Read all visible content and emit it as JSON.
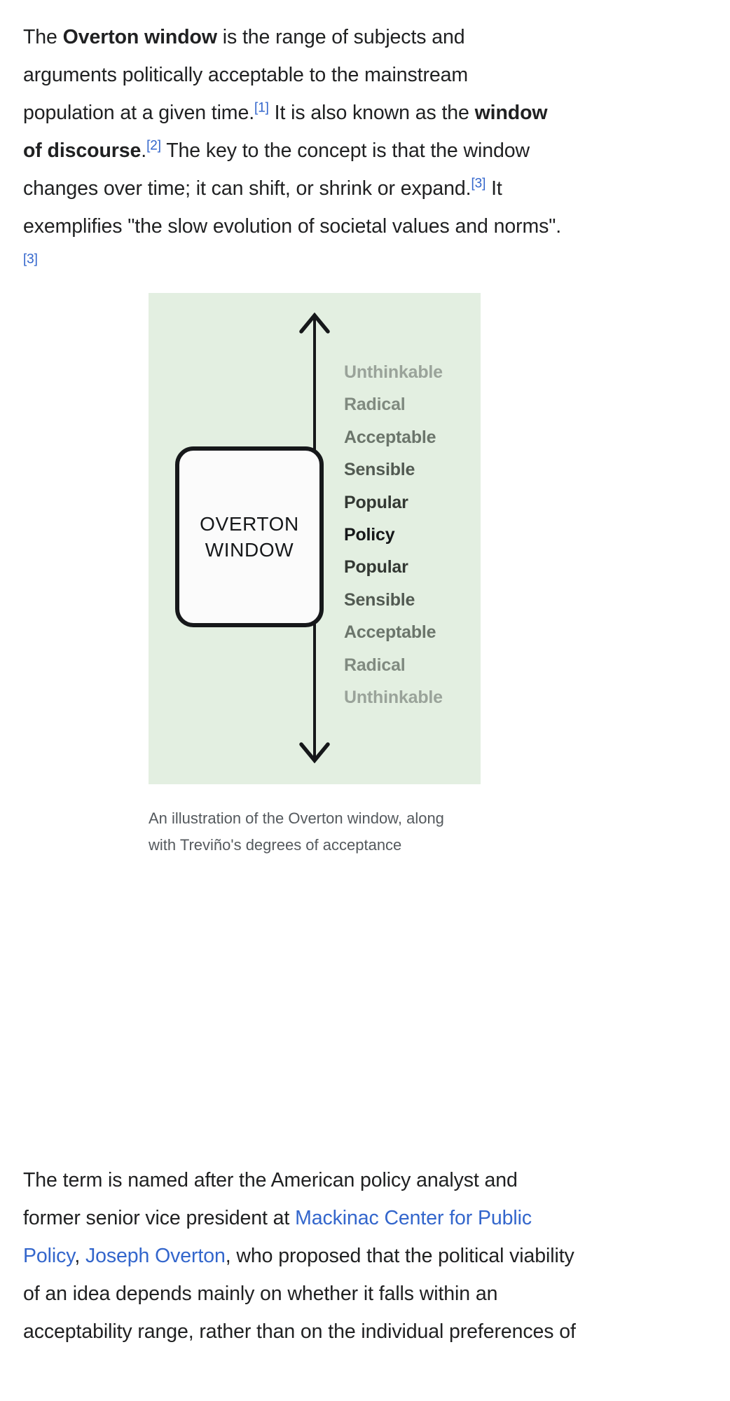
{
  "article": {
    "lead_paragraph": {
      "segments": [
        {
          "t": "The ",
          "style": "normal"
        },
        {
          "t": "Overton window",
          "style": "bold"
        },
        {
          "t": " is the range of subjects and arguments politically acceptable to the mainstream population at a given time.",
          "style": "normal"
        },
        {
          "t": "[1]",
          "style": "ref"
        },
        {
          "t": " It is also known as the ",
          "style": "normal"
        },
        {
          "t": "window of discourse",
          "style": "bold"
        },
        {
          "t": ".",
          "style": "normal"
        },
        {
          "t": "[2]",
          "style": "ref"
        },
        {
          "t": " The key to the concept is that the window changes over time; it can shift, or shrink or expand.",
          "style": "normal"
        },
        {
          "t": "[3]",
          "style": "ref"
        },
        {
          "t": " It exemplifies \"the slow evolution of societal values and norms\".",
          "style": "normal"
        },
        {
          "t": "[3]",
          "style": "ref"
        }
      ]
    },
    "closing_paragraph": {
      "segments": [
        {
          "t": "The term is named after the American policy analyst and former senior vice president at ",
          "style": "normal"
        },
        {
          "t": "Mackinac Center for Public Policy",
          "style": "link"
        },
        {
          "t": ", ",
          "style": "normal"
        },
        {
          "t": "Joseph Overton",
          "style": "link"
        },
        {
          "t": ", who proposed that the political viability of an idea depends mainly on whether it falls within an acceptability range, rather than on the individual preferences of",
          "style": "normal"
        }
      ]
    }
  },
  "figure": {
    "caption": "An illustration of the Overton window, along with Treviño's degrees of acceptance",
    "window_box": {
      "line1": "OVERTON",
      "line2": "WINDOW"
    },
    "panel_color": "#e3efe1",
    "arrow_color": "#16181a",
    "degrees": [
      {
        "label": "Unthinkable",
        "color": "#9aa39a"
      },
      {
        "label": "Radical",
        "color": "#808a80"
      },
      {
        "label": "Acceptable",
        "color": "#6b756b"
      },
      {
        "label": "Sensible",
        "color": "#525a52"
      },
      {
        "label": "Popular",
        "color": "#333833"
      },
      {
        "label": "Policy",
        "color": "#16181a"
      },
      {
        "label": "Popular",
        "color": "#333833"
      },
      {
        "label": "Sensible",
        "color": "#525a52"
      },
      {
        "label": "Acceptable",
        "color": "#6b756b"
      },
      {
        "label": "Radical",
        "color": "#808a80"
      },
      {
        "label": "Unthinkable",
        "color": "#9aa39a"
      }
    ]
  },
  "colors": {
    "link": "#3366cc",
    "text": "#202122",
    "caption": "#54595d"
  }
}
